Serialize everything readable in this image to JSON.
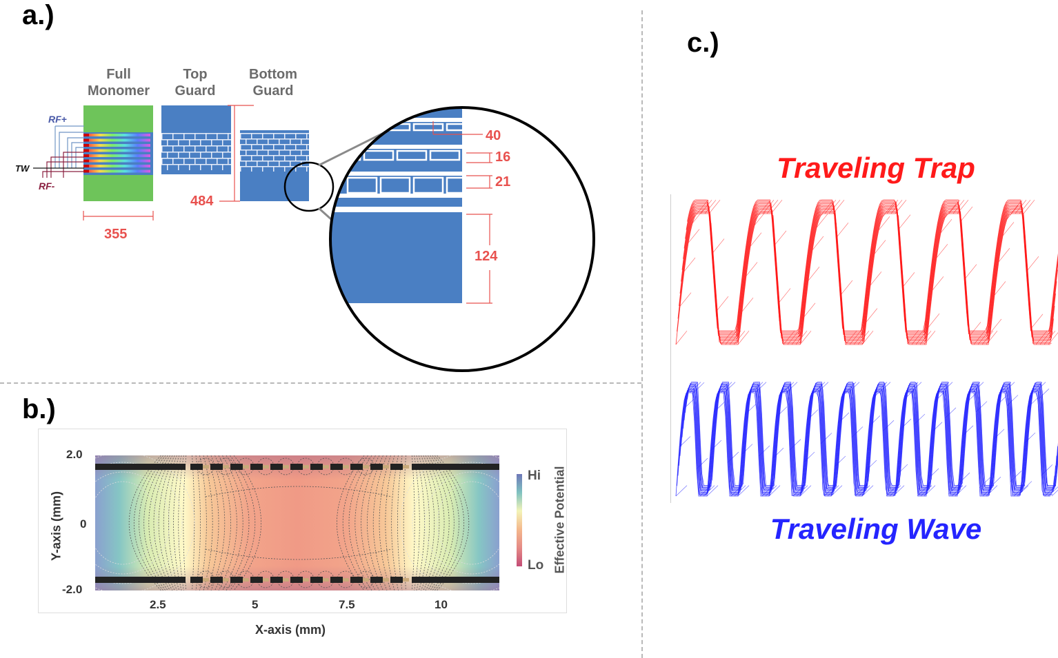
{
  "panel_a": {
    "label": "a.)",
    "columns": [
      {
        "line1": "Full",
        "line2": "Monomer"
      },
      {
        "line1": "Top",
        "line2": "Guard"
      },
      {
        "line1": "Bottom",
        "line2": "Guard"
      }
    ],
    "wires": {
      "rf_plus": "RF+",
      "tw": "TW",
      "rf_minus": "RF-"
    },
    "dimensions": {
      "width": "355",
      "height": "484",
      "d40": "40",
      "d16": "16",
      "d21": "21",
      "d124": "124"
    }
  },
  "panel_b": {
    "label": "b.)",
    "xlabel": "X-axis (mm)",
    "ylabel": "Y-axis (mm)",
    "xticks": [
      "2.5",
      "5",
      "7.5",
      "10"
    ],
    "yticks": [
      "2.0",
      "0",
      "-2.0"
    ],
    "colorbar": {
      "title": "Effective Potential",
      "hi": "Hi",
      "lo": "Lo"
    }
  },
  "panel_c": {
    "label": "c.)",
    "trap_title": "Traveling Trap",
    "wave_title": "Traveling Wave",
    "colors": {
      "trap": "#ff1a1a",
      "wave": "#2424ff"
    }
  }
}
